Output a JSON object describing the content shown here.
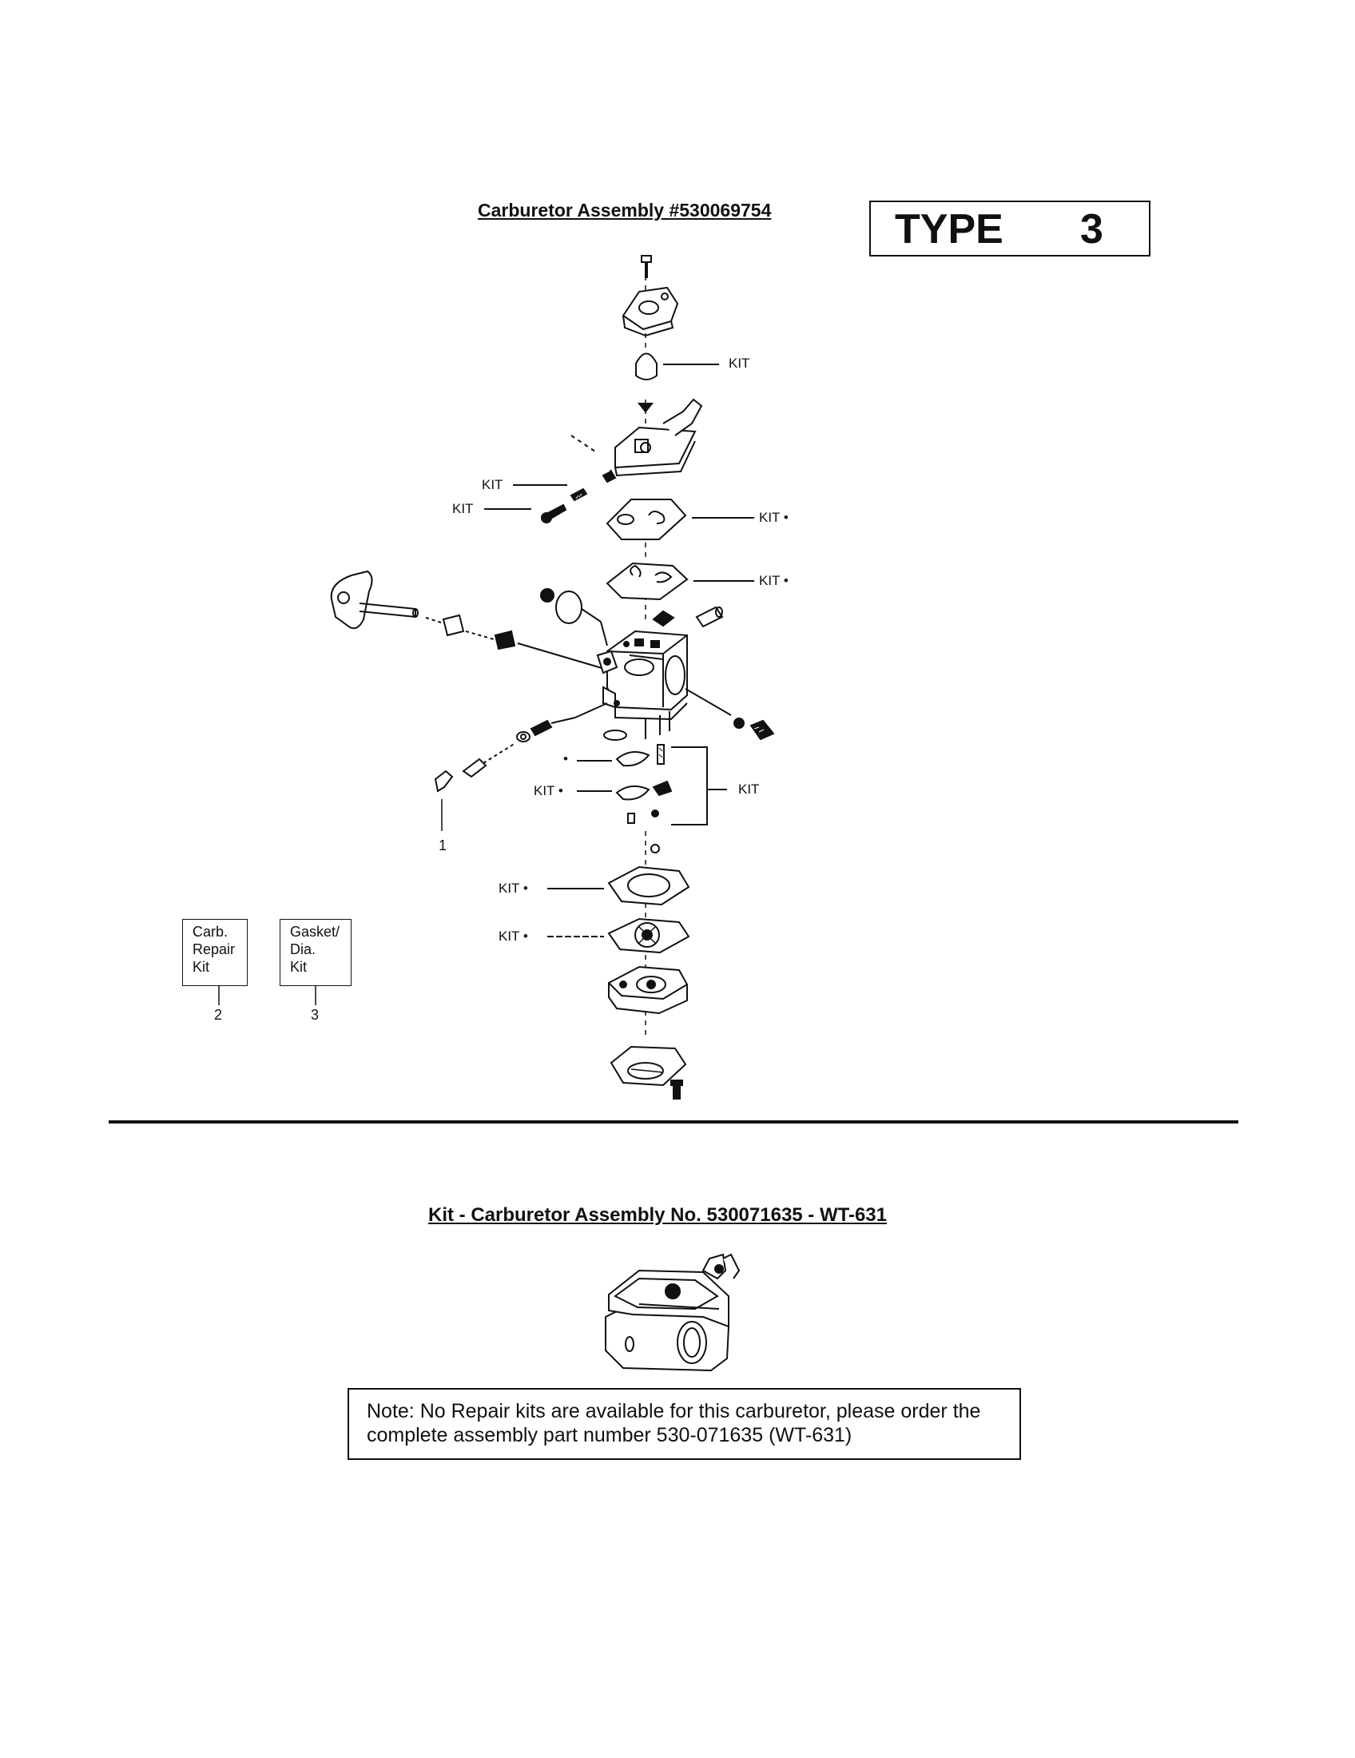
{
  "header": {
    "title": "Carburetor Assembly  #530069754",
    "type_label": "TYPE",
    "type_number": "3"
  },
  "callouts": {
    "kit": "KIT",
    "kit_dot": "KIT •",
    "dot": "•",
    "ref_1": "1"
  },
  "kits": [
    {
      "label": "Carb.\nRepair\nKit",
      "number": "2"
    },
    {
      "label": "Gasket/\nDia.\nKit",
      "number": "3"
    }
  ],
  "kit_section": {
    "title": "Kit - Carburetor Assembly No. 530071635 - WT-631"
  },
  "note": "Note: No Repair kits are available for this carburetor, please order the complete assembly part number 530-071635 (WT-631)"
}
